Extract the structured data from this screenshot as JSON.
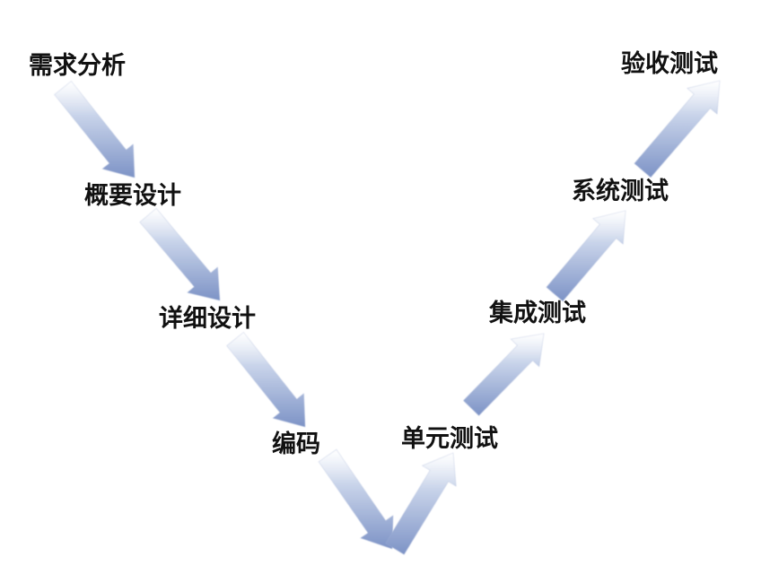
{
  "diagram": {
    "colors": {
      "arrow_light": "#ffffff",
      "arrow_mid": "#c9d4ea",
      "arrow_dark": "#7d93c6",
      "text": "#111111"
    },
    "stages": {
      "requirements": "需求分析",
      "high_level_design": "概要设计",
      "detailed_design": "详细设计",
      "coding": "编码",
      "unit_test": "单元测试",
      "integration_test": "集成测试",
      "system_test": "系统测试",
      "acceptance_test": "验收测试"
    }
  }
}
